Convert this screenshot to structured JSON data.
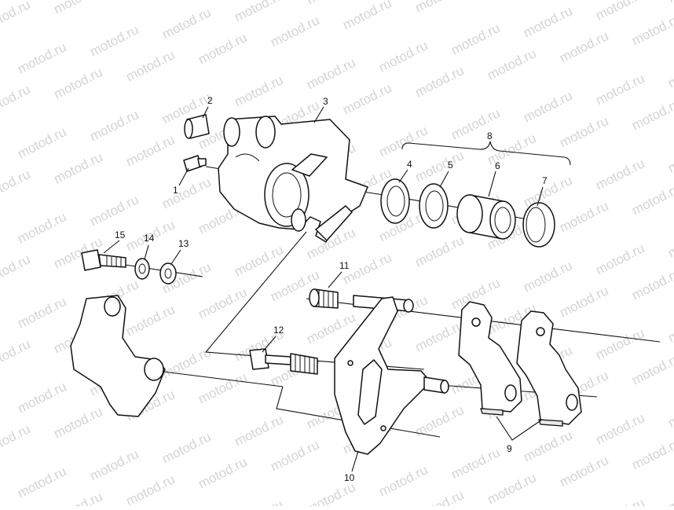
{
  "watermark": "motod.ru",
  "callouts": {
    "c1": "1",
    "c2": "2",
    "c3": "3",
    "c4": "4",
    "c5": "5",
    "c6": "6",
    "c7": "7",
    "c8": "8",
    "c9": "9",
    "c10": "10",
    "c11": "11",
    "c12": "12",
    "c13": "13",
    "c14": "14",
    "c15": "15"
  }
}
